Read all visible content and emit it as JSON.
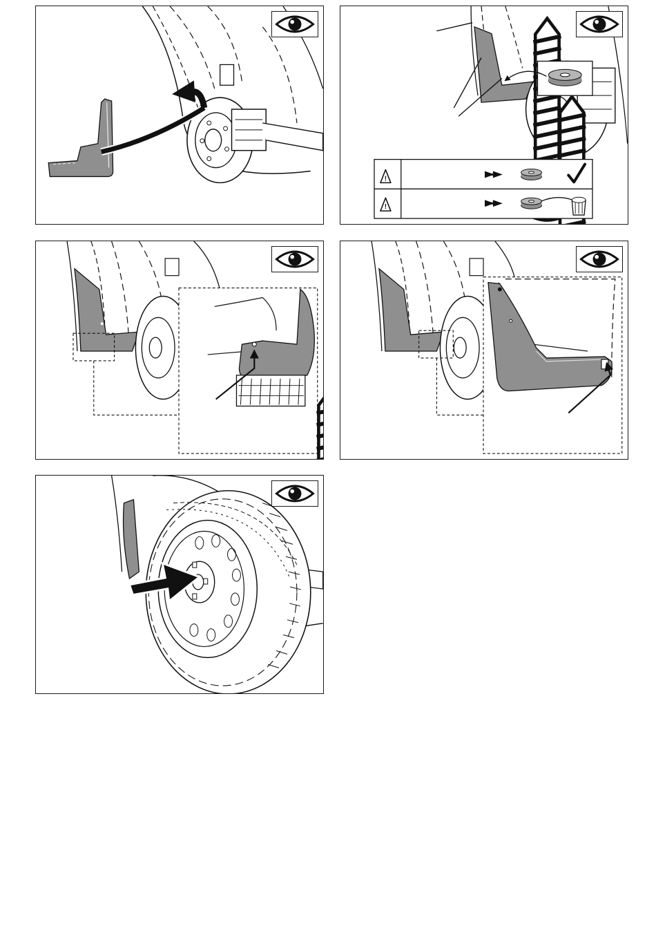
{
  "page": {
    "panels": [
      {
        "id": "step-remove-mudflap",
        "icon": "eye-icon"
      },
      {
        "id": "step-screw-selection",
        "icon": "eye-icon"
      },
      {
        "id": "step-fit-front-screw",
        "icon": "eye-icon"
      },
      {
        "id": "step-fit-rear-screw",
        "icon": "eye-icon"
      },
      {
        "id": "step-refit-wheel",
        "icon": "eye-icon"
      }
    ],
    "warning_rows": [
      {
        "icon": "warning-triangle-icon",
        "result_icon": "checkmark-icon"
      },
      {
        "icon": "warning-triangle-icon",
        "result_icon": "clip-nut-icon"
      }
    ]
  },
  "colors": {
    "line": "#1a1a1a",
    "part_fill": "#8f8f8f",
    "part_fill_light": "#b5b5b5",
    "dash": "#444444"
  }
}
